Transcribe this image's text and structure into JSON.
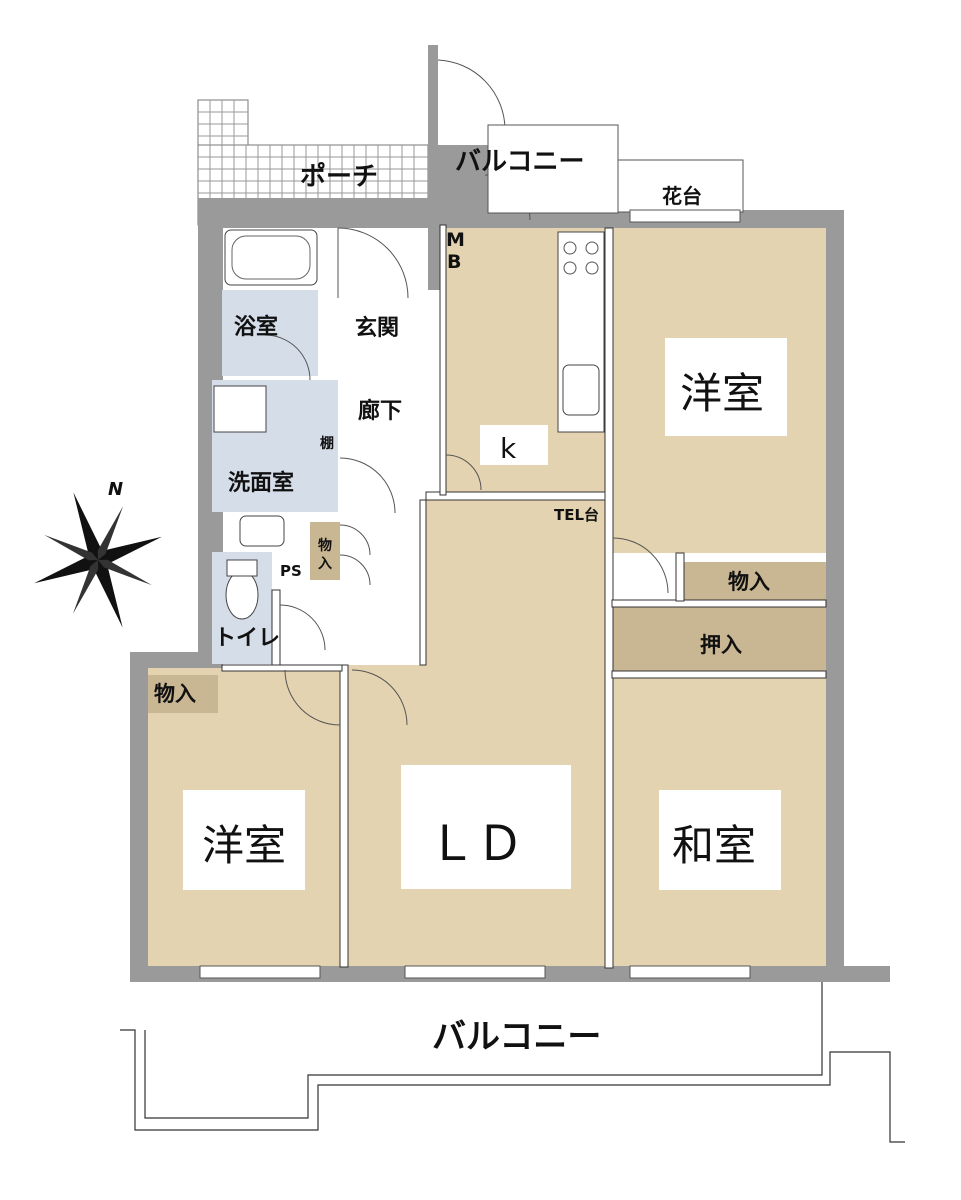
{
  "labels": {
    "porch": "ポーチ",
    "balcony_top": "バルコニー",
    "flower_stand": "花台",
    "mb": "MB",
    "bath": "浴室",
    "entrance": "玄関",
    "hallway": "廊下",
    "shelf": "棚",
    "washroom": "洗面室",
    "storage_small": "物入",
    "ps": "PS",
    "toilet": "トイレ",
    "kitchen": "k",
    "tel": "TEL台",
    "western_room_ne": "洋室",
    "storage_ne": "物入",
    "closet": "押入",
    "western_room_sw": "洋室",
    "storage_sw": "物入",
    "ld": "ＬＤ",
    "japanese_room": "和室",
    "balcony_bottom": "バルコニー",
    "north": "N"
  },
  "colors": {
    "room": "#e4d3b0",
    "wet_area": "#d5dde9",
    "storage": "#c9b693",
    "wall": "#9a9a9a"
  }
}
